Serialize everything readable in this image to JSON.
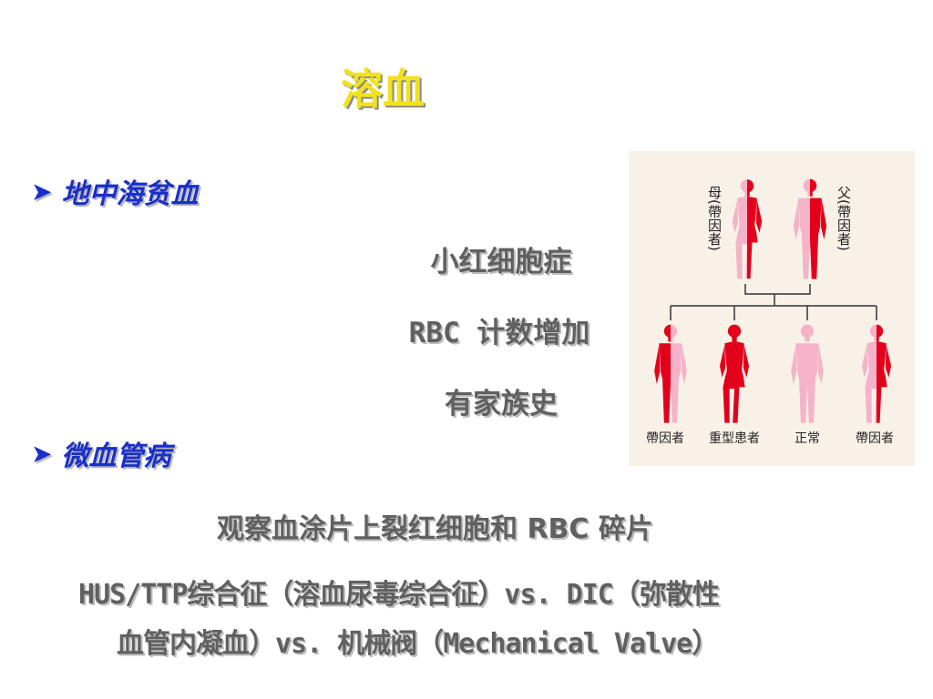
{
  "slide": {
    "title": "溶血",
    "bullets": [
      {
        "label": "地中海贫血"
      },
      {
        "label": "微血管病"
      }
    ],
    "thalassemia_points": [
      "小红细胞症",
      "RBC 计数增加",
      "有家族史"
    ],
    "microangiopathy_points": [
      "观察血涂片上裂红细胞和 RBC 碎片",
      "HUS/TTP综合征（溶血尿毒综合征）vs. DIC（弥散性",
      "血管内凝血）vs. 机械阀（Mechanical Valve）"
    ]
  },
  "pedigree": {
    "parents": [
      {
        "label": "母(帶因者)",
        "status": "carrier"
      },
      {
        "label": "父(帶因者)",
        "status": "carrier"
      }
    ],
    "children": [
      {
        "label": "帶因者",
        "status": "carrier"
      },
      {
        "label": "重型患者",
        "status": "affected"
      },
      {
        "label": "正常",
        "status": "normal"
      },
      {
        "label": "帶因者",
        "status": "carrier"
      }
    ],
    "colors": {
      "affected": "#e3001b",
      "normal": "#f4b3c9",
      "background": "#f8f1e7"
    }
  }
}
